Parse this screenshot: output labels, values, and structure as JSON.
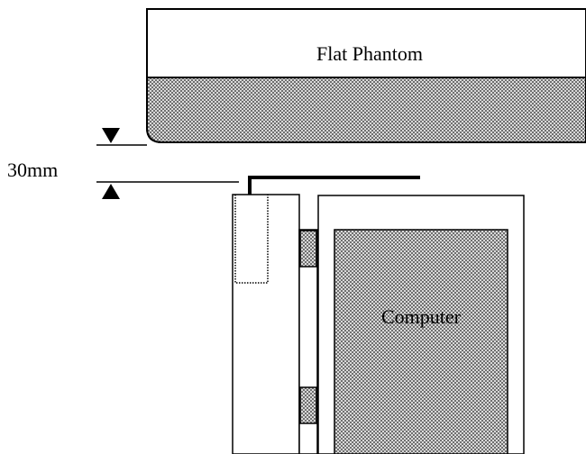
{
  "diagram": {
    "phantom_label": "Flat Phantom",
    "computer_label": "Computer",
    "gap_label": "30mm",
    "colors": {
      "line": "#000000",
      "fill_hatch_dark": "#7d7d7d",
      "fill_hatch_light": "#e8e8e8",
      "background": "#ffffff"
    }
  }
}
